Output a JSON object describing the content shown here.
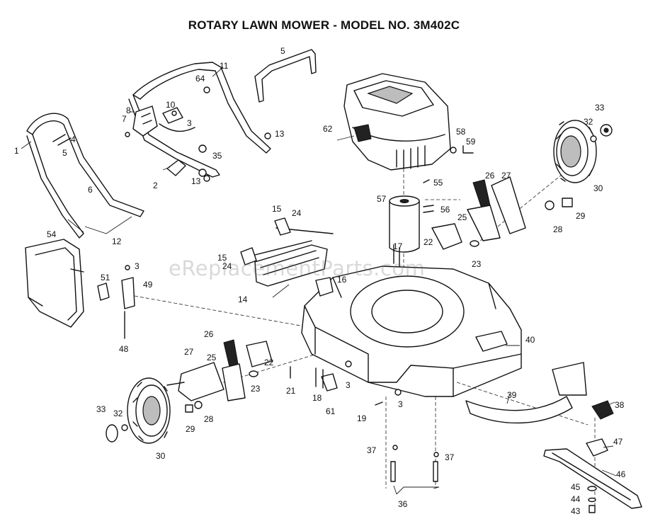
{
  "title": "ROTARY LAWN MOWER - MODEL NO.  3M402C",
  "watermark": "eReplacementParts.com",
  "callouts": [
    {
      "id": "c1",
      "text": "1"
    },
    {
      "id": "c2",
      "text": "2"
    },
    {
      "id": "c3a",
      "text": "3"
    },
    {
      "id": "c3b",
      "text": "3"
    },
    {
      "id": "c3c",
      "text": "3"
    },
    {
      "id": "c3d",
      "text": "3"
    },
    {
      "id": "c4",
      "text": "4"
    },
    {
      "id": "c5a",
      "text": "5"
    },
    {
      "id": "c5b",
      "text": "5"
    },
    {
      "id": "c6",
      "text": "6"
    },
    {
      "id": "c7",
      "text": "7"
    },
    {
      "id": "c8",
      "text": "8"
    },
    {
      "id": "c10",
      "text": "10"
    },
    {
      "id": "c11",
      "text": "11"
    },
    {
      "id": "c12",
      "text": "12"
    },
    {
      "id": "c13a",
      "text": "13"
    },
    {
      "id": "c13b",
      "text": "13"
    },
    {
      "id": "c14",
      "text": "14"
    },
    {
      "id": "c15a",
      "text": "15"
    },
    {
      "id": "c15b",
      "text": "15"
    },
    {
      "id": "c16",
      "text": "16"
    },
    {
      "id": "c17",
      "text": "17"
    },
    {
      "id": "c18",
      "text": "18"
    },
    {
      "id": "c19",
      "text": "19"
    },
    {
      "id": "c21",
      "text": "21"
    },
    {
      "id": "c22a",
      "text": "22"
    },
    {
      "id": "c22b",
      "text": "22"
    },
    {
      "id": "c23a",
      "text": "23"
    },
    {
      "id": "c23b",
      "text": "23"
    },
    {
      "id": "c24a",
      "text": "24"
    },
    {
      "id": "c24b",
      "text": "24"
    },
    {
      "id": "c25a",
      "text": "25"
    },
    {
      "id": "c25b",
      "text": "25"
    },
    {
      "id": "c26a",
      "text": "26"
    },
    {
      "id": "c26b",
      "text": "26"
    },
    {
      "id": "c27a",
      "text": "27"
    },
    {
      "id": "c27b",
      "text": "27"
    },
    {
      "id": "c28a",
      "text": "28"
    },
    {
      "id": "c28b",
      "text": "28"
    },
    {
      "id": "c29a",
      "text": "29"
    },
    {
      "id": "c29b",
      "text": "29"
    },
    {
      "id": "c30a",
      "text": "30"
    },
    {
      "id": "c30b",
      "text": "30"
    },
    {
      "id": "c32a",
      "text": "32"
    },
    {
      "id": "c32b",
      "text": "32"
    },
    {
      "id": "c33a",
      "text": "33"
    },
    {
      "id": "c33b",
      "text": "33"
    },
    {
      "id": "c35",
      "text": "35"
    },
    {
      "id": "c36",
      "text": "36"
    },
    {
      "id": "c37a",
      "text": "37"
    },
    {
      "id": "c37b",
      "text": "37"
    },
    {
      "id": "c38",
      "text": "38"
    },
    {
      "id": "c39",
      "text": "39"
    },
    {
      "id": "c40",
      "text": "40"
    },
    {
      "id": "c43",
      "text": "43"
    },
    {
      "id": "c44",
      "text": "44"
    },
    {
      "id": "c45",
      "text": "45"
    },
    {
      "id": "c46",
      "text": "46"
    },
    {
      "id": "c47",
      "text": "47"
    },
    {
      "id": "c48",
      "text": "48"
    },
    {
      "id": "c49",
      "text": "49"
    },
    {
      "id": "c51",
      "text": "51"
    },
    {
      "id": "c54",
      "text": "54"
    },
    {
      "id": "c55",
      "text": "55"
    },
    {
      "id": "c56",
      "text": "56"
    },
    {
      "id": "c57",
      "text": "57"
    },
    {
      "id": "c58",
      "text": "58"
    },
    {
      "id": "c59",
      "text": "59"
    },
    {
      "id": "c61",
      "text": "61"
    },
    {
      "id": "c62",
      "text": "62"
    },
    {
      "id": "c64",
      "text": "64"
    }
  ]
}
